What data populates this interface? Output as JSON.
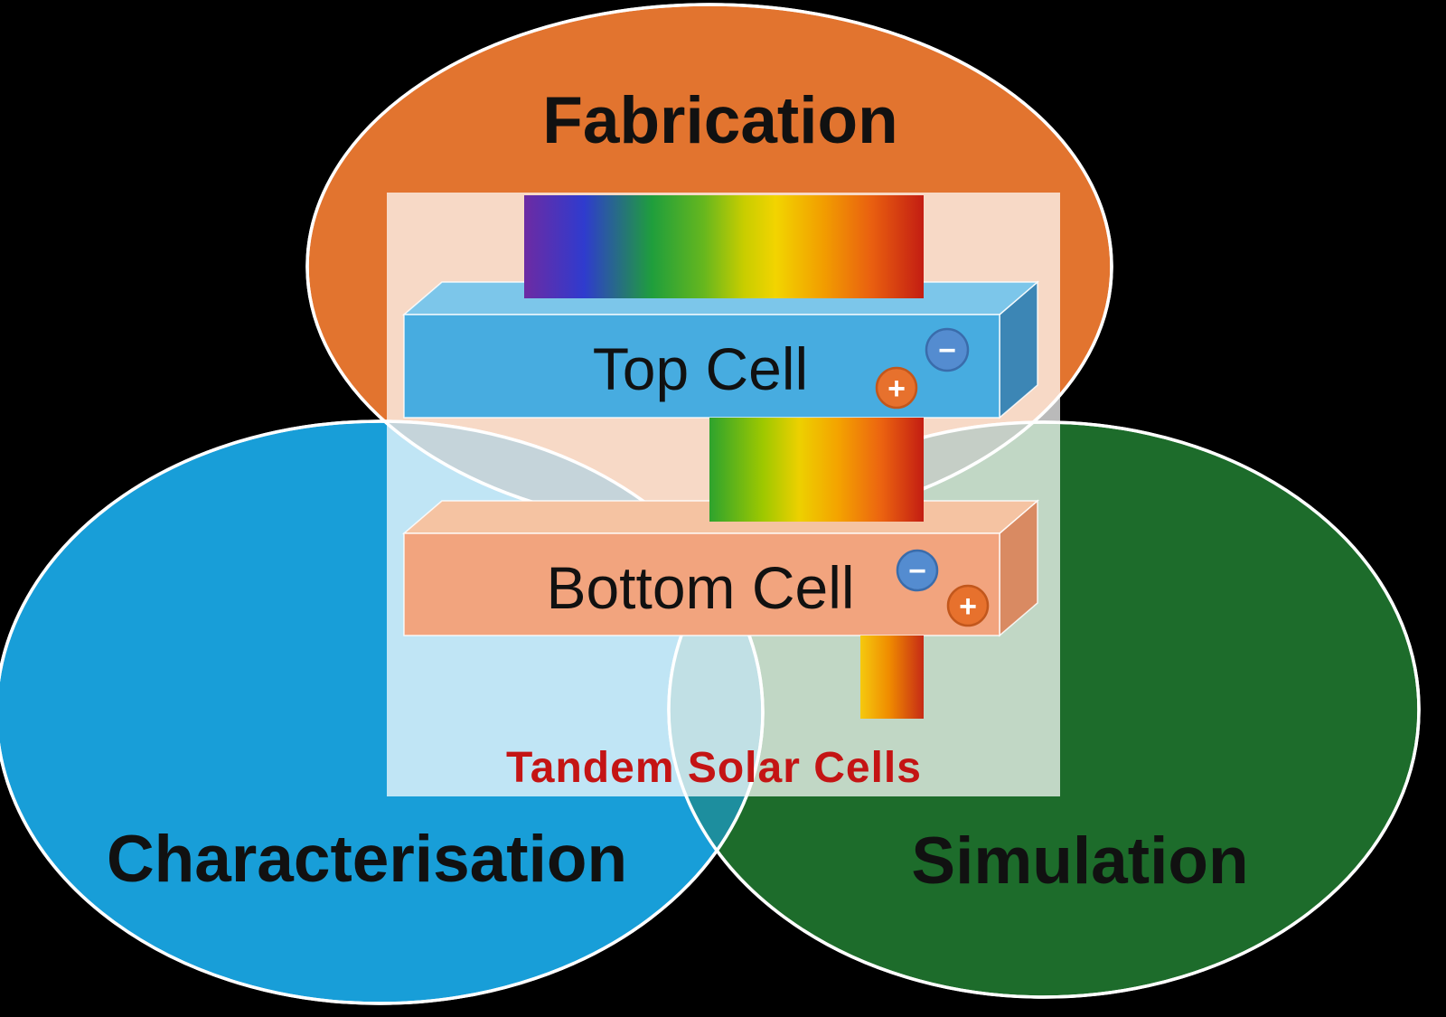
{
  "venn": {
    "fabrication_label": "Fabrication",
    "characterisation_label": "Characterisation",
    "simulation_label": "Simulation"
  },
  "center": {
    "top_cell_label": "Top Cell",
    "bottom_cell_label": "Bottom Cell",
    "caption": "Tandem Solar Cells",
    "plus_symbol": "+",
    "minus_symbol": "−"
  },
  "colors": {
    "background": "#000000",
    "orange_ellipse": "#e2742f",
    "blue_ellipse": "#189ed8",
    "green_ellipse": "#1d6c2b",
    "overlap_orange_blue": "#296077",
    "overlap_orange_green": "#2a4a2e",
    "overlap_blue_green": "#1d8e9e",
    "panel_white": "#ffffff",
    "ellipse_outline": "#ffffff",
    "top_cell_front": "#47ace0",
    "top_cell_top": "#7cc6ea",
    "top_cell_side": "#3c86b5",
    "bottom_cell_front": "#f2a47e",
    "bottom_cell_top": "#f5c3a2",
    "bottom_cell_side": "#d98a62",
    "plus_fill": "#e7712d",
    "plus_border": "#c2571c",
    "minus_fill": "#548cd0",
    "minus_border": "#3a6cab",
    "caption_red": "#c41414",
    "label_black": "#111111"
  },
  "gradients": {
    "grad-spectrum-full": [
      [
        "0%",
        "#6d2ba3"
      ],
      [
        "15%",
        "#2f3bce"
      ],
      [
        "32%",
        "#1f9e3c"
      ],
      [
        "45%",
        "#66b71e"
      ],
      [
        "55%",
        "#c8cd00"
      ],
      [
        "63%",
        "#f2d400"
      ],
      [
        "75%",
        "#f29d00"
      ],
      [
        "87%",
        "#e95f10"
      ],
      [
        "100%",
        "#c31d12"
      ]
    ],
    "grad-spectrum-lower": [
      [
        "0%",
        "#2da32d"
      ],
      [
        "25%",
        "#9ec800"
      ],
      [
        "42%",
        "#edd000"
      ],
      [
        "60%",
        "#f4a300"
      ],
      [
        "80%",
        "#ec6410"
      ],
      [
        "100%",
        "#c31d12"
      ]
    ],
    "grad-spectrum-tail": [
      [
        "0%",
        "#f5c90e"
      ],
      [
        "45%",
        "#f08c00"
      ],
      [
        "100%",
        "#c62a16"
      ]
    ]
  }
}
